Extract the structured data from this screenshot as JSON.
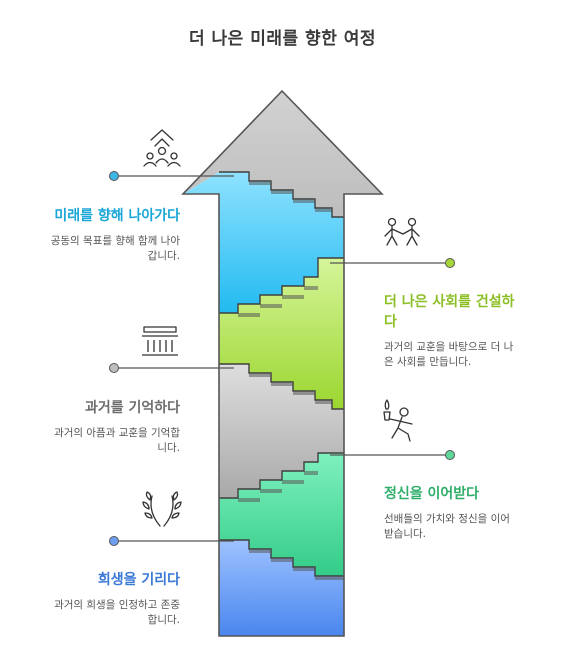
{
  "title": "더 나은 미래를 향한 여정",
  "colors": {
    "future": "#1aa6d6",
    "society": "#8cbf26",
    "memory": "#7a7a7a",
    "spirit": "#2fae6a",
    "sacrifice": "#3a78d6",
    "arrow_outline": "#555555"
  },
  "steps": [
    {
      "id": "sacrifice",
      "heading": "희생을 기리다",
      "description_lines": [
        "과거의 희생을 인정하고 존중",
        "합니다."
      ],
      "icon": "laurel-icon",
      "color": "#3a78d6"
    },
    {
      "id": "spirit",
      "heading": "정신을 이어받다",
      "description_lines": [
        "선배들의 가치와 정신을 이어",
        "받습니다."
      ],
      "icon": "torch-runner-icon",
      "color": "#2fae6a"
    },
    {
      "id": "memory",
      "heading": "과거를 기억하다",
      "description_lines": [
        "과거의 아픔과 교훈을 기억합",
        "니다."
      ],
      "icon": "monument-icon",
      "color": "#7a7a7a"
    },
    {
      "id": "society",
      "heading_lines": [
        "더 나은 사회를 건설하",
        "다"
      ],
      "description_lines": [
        "과거의 교훈을 바탕으로 더 나",
        "은 사회를 만듭니다."
      ],
      "icon": "people-holding-hands-icon",
      "color": "#8cbf26"
    },
    {
      "id": "future",
      "heading": "미래를 향해 나아가다",
      "description_lines": [
        "공동의 목표를 향해 함께 나아",
        "갑니다."
      ],
      "icon": "team-goal-icon",
      "color": "#1aa6d6"
    }
  ]
}
